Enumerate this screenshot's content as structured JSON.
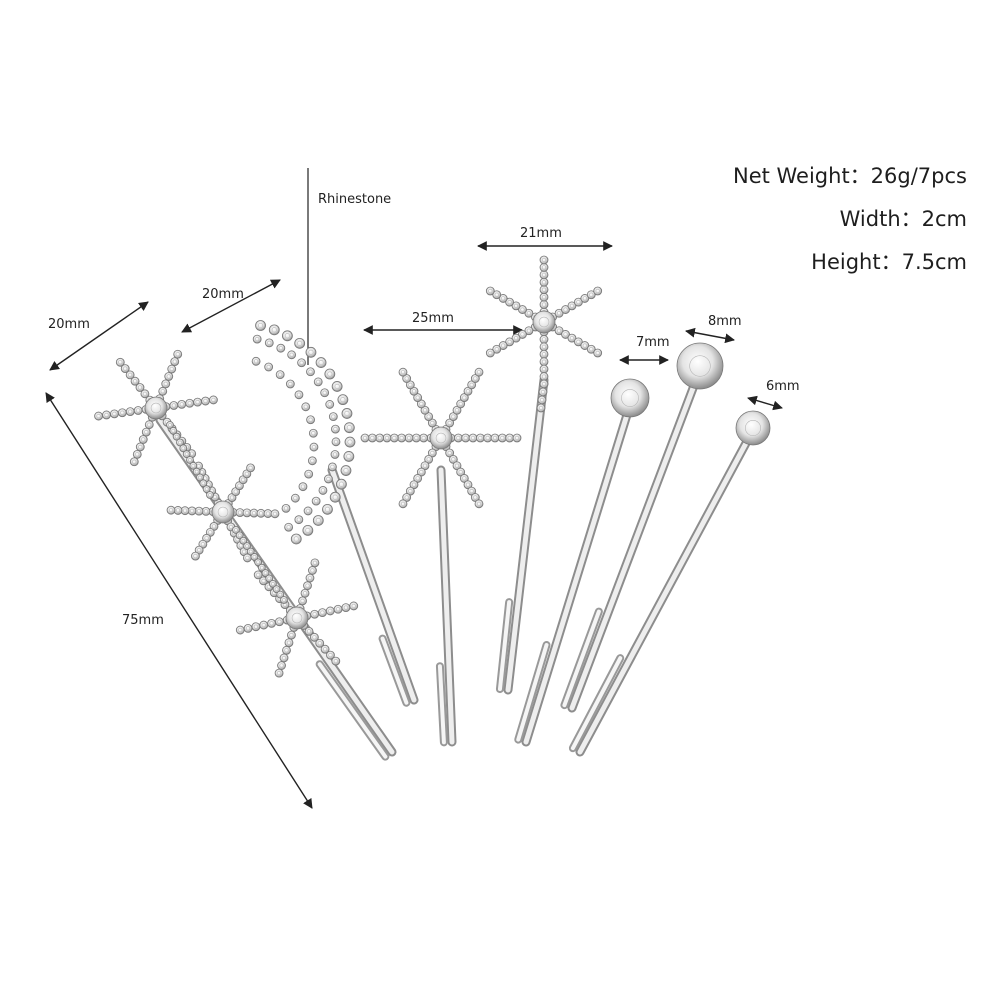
{
  "specs": {
    "net_weight": "Net Weight：26g/7pcs",
    "width": "Width：2cm",
    "height": "Height：7.5cm"
  },
  "labels": {
    "rhinestone": "Rhinestone",
    "star_pin_width": "20mm",
    "moon_width": "20mm",
    "star_pin_length": "75mm",
    "big_star_width": "25mm",
    "top_star_width": "21mm",
    "pin_7mm": "7mm",
    "pin_8mm": "8mm",
    "pin_6mm": "6mm"
  },
  "colors": {
    "silver": "#c9c9c9",
    "silver_dark": "#8f8f8f",
    "background": "#ffffff",
    "annotation": "#222222"
  }
}
